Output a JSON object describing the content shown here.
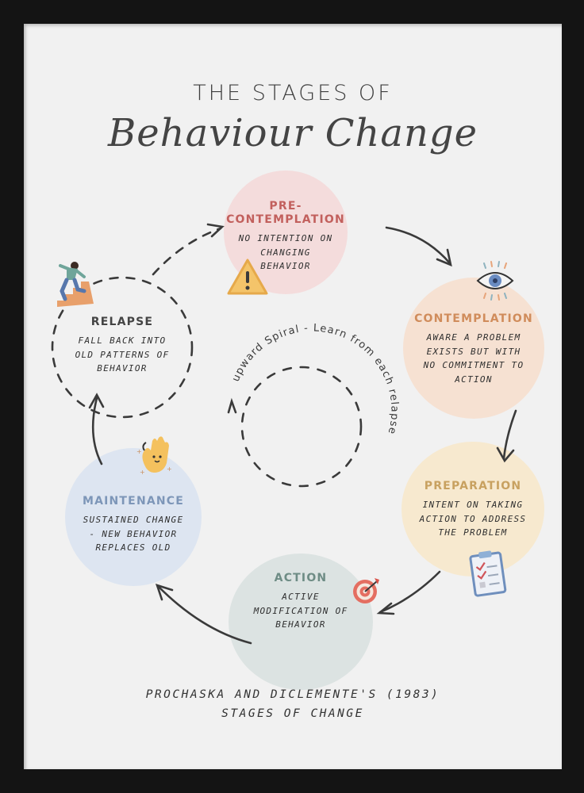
{
  "poster": {
    "title_line1": "THE STAGES OF",
    "title_line2": "Behaviour Change",
    "caption": "PROCHASKA AND DICLEMENTE'S (1983)\nSTAGES OF CHANGE"
  },
  "stages": [
    {
      "id": "pre-contemplation",
      "title": "PRE-\nCONTEMPLATION",
      "description": "NO INTENTION ON\nCHANGING\nBEHAVIOR",
      "circle_color": "#f4dcdc",
      "title_color": "#c2605d",
      "icon": "warning-icon"
    },
    {
      "id": "contemplation",
      "title": "CONTEMPLATION",
      "description": "AWARE A PROBLEM\nEXISTS BUT WITH\nNO COMMITMENT TO\nACTION",
      "circle_color": "#f6e1d2",
      "title_color": "#d08c5b",
      "icon": "eye-icon"
    },
    {
      "id": "preparation",
      "title": "PREPARATION",
      "description": "INTENT ON TAKING\nACTION TO ADDRESS\nTHE PROBLEM",
      "circle_color": "#f7e9cf",
      "title_color": "#c8a160",
      "icon": "clipboard-checklist-icon"
    },
    {
      "id": "action",
      "title": "ACTION",
      "description": "ACTIVE\nMODIFICATION OF\nBEHAVIOR",
      "circle_color": "#dce3e2",
      "title_color": "#6e8c85",
      "icon": "target-icon"
    },
    {
      "id": "maintenance",
      "title": "MAINTENANCE",
      "description": "SUSTAINED CHANGE\n- NEW BEHAVIOR\nREPLACES OLD",
      "circle_color": "#dde5f1",
      "title_color": "#7d96b8",
      "icon": "ok-hand-icon"
    },
    {
      "id": "relapse",
      "title": "RELAPSE",
      "description": "FALL BACK INTO\nOLD PATTERNS OF\nBEHAVIOR",
      "circle_color": "none (dashed outline)",
      "title_color": "#444444",
      "icon": "person-climbing-stairs-icon"
    }
  ],
  "center": {
    "spiral_label": "upward Spiral - Learn from each relapse"
  },
  "colors": {
    "frame": "#141414",
    "paper": "#f1f1f1",
    "ink": "#3a3a3a"
  }
}
